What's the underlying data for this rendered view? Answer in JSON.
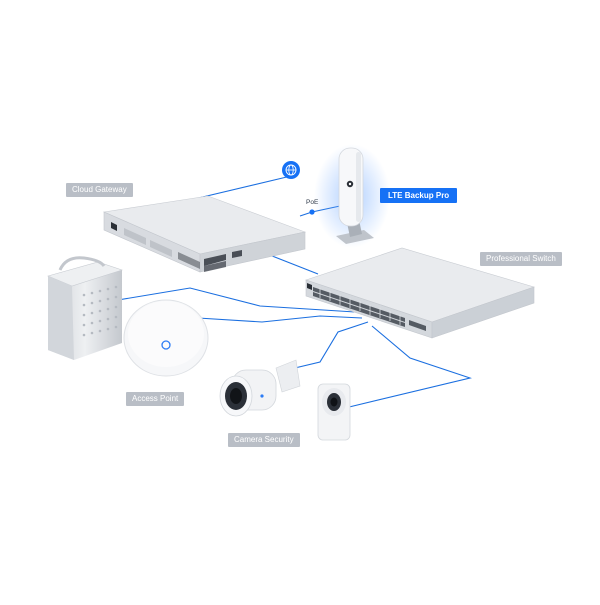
{
  "labels": {
    "cloud_gateway": "Cloud Gateway",
    "lte_backup": "LTE Backup Pro",
    "professional_switch": "Professional Switch",
    "access_point": "Access Point",
    "camera_security": "Camera Security",
    "poe": "PoE"
  },
  "colors": {
    "accent": "#1671f5",
    "label_bg": "#b9bec6",
    "cable": "#1b6fe0",
    "device_body": "#dfe2e6",
    "device_top": "#eceef1"
  },
  "icons": {
    "internet": "globe-icon"
  }
}
